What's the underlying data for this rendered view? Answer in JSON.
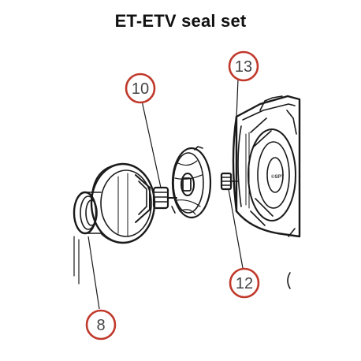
{
  "title": "ET-ETV seal set",
  "colors": {
    "callout_ring": "#c0392b",
    "line_art": "#1a1a1a",
    "label_text": "#444444"
  },
  "callouts": [
    {
      "id": "10",
      "label": "10"
    },
    {
      "id": "13",
      "label": "13"
    },
    {
      "id": "12",
      "label": "12"
    },
    {
      "id": "8",
      "label": "8"
    }
  ],
  "watermark": "©SPT"
}
